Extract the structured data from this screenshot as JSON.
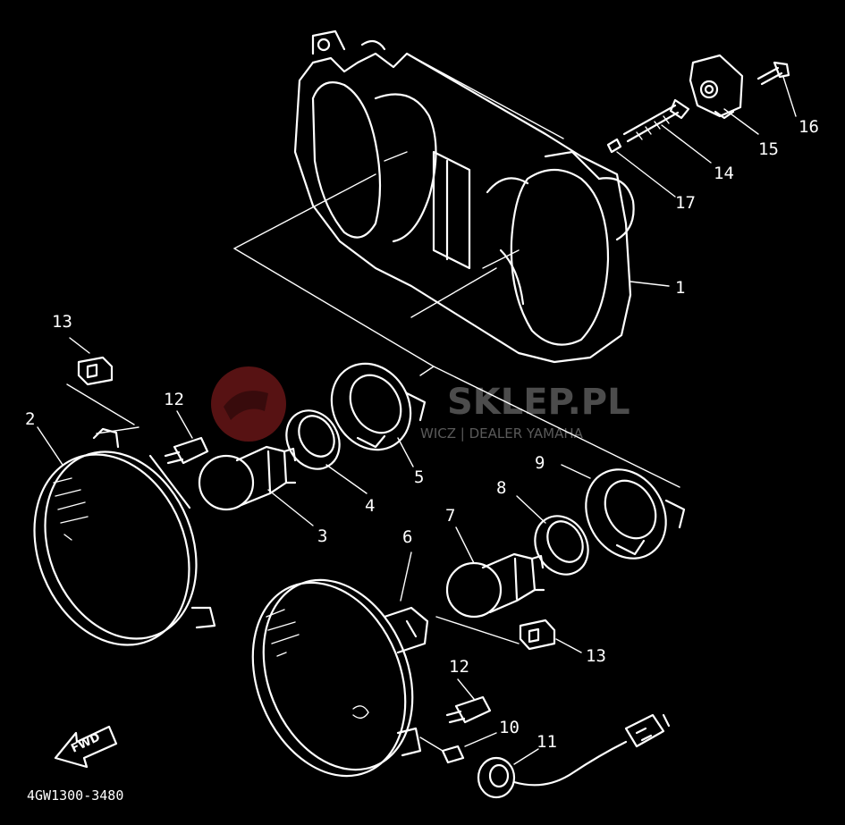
{
  "diagram": {
    "code": "4GW1300-3480",
    "fwd_label": "FWD",
    "watermark": {
      "brand": "SKLEP.PL",
      "tagline": "WICZ | DEALER YAMAHA",
      "logo_color": "#c0282a"
    },
    "callouts": [
      {
        "id": "c1",
        "label": "1"
      },
      {
        "id": "c2",
        "label": "2"
      },
      {
        "id": "c3",
        "label": "3"
      },
      {
        "id": "c4",
        "label": "4"
      },
      {
        "id": "c5",
        "label": "5"
      },
      {
        "id": "c6",
        "label": "6"
      },
      {
        "id": "c7",
        "label": "7"
      },
      {
        "id": "c8",
        "label": "8"
      },
      {
        "id": "c9",
        "label": "9"
      },
      {
        "id": "c10",
        "label": "10"
      },
      {
        "id": "c11",
        "label": "11"
      },
      {
        "id": "c12a",
        "label": "12"
      },
      {
        "id": "c12b",
        "label": "12"
      },
      {
        "id": "c13a",
        "label": "13"
      },
      {
        "id": "c13b",
        "label": "13"
      },
      {
        "id": "c14",
        "label": "14"
      },
      {
        "id": "c15",
        "label": "15"
      },
      {
        "id": "c16",
        "label": "16"
      },
      {
        "id": "c17",
        "label": "17"
      }
    ]
  }
}
